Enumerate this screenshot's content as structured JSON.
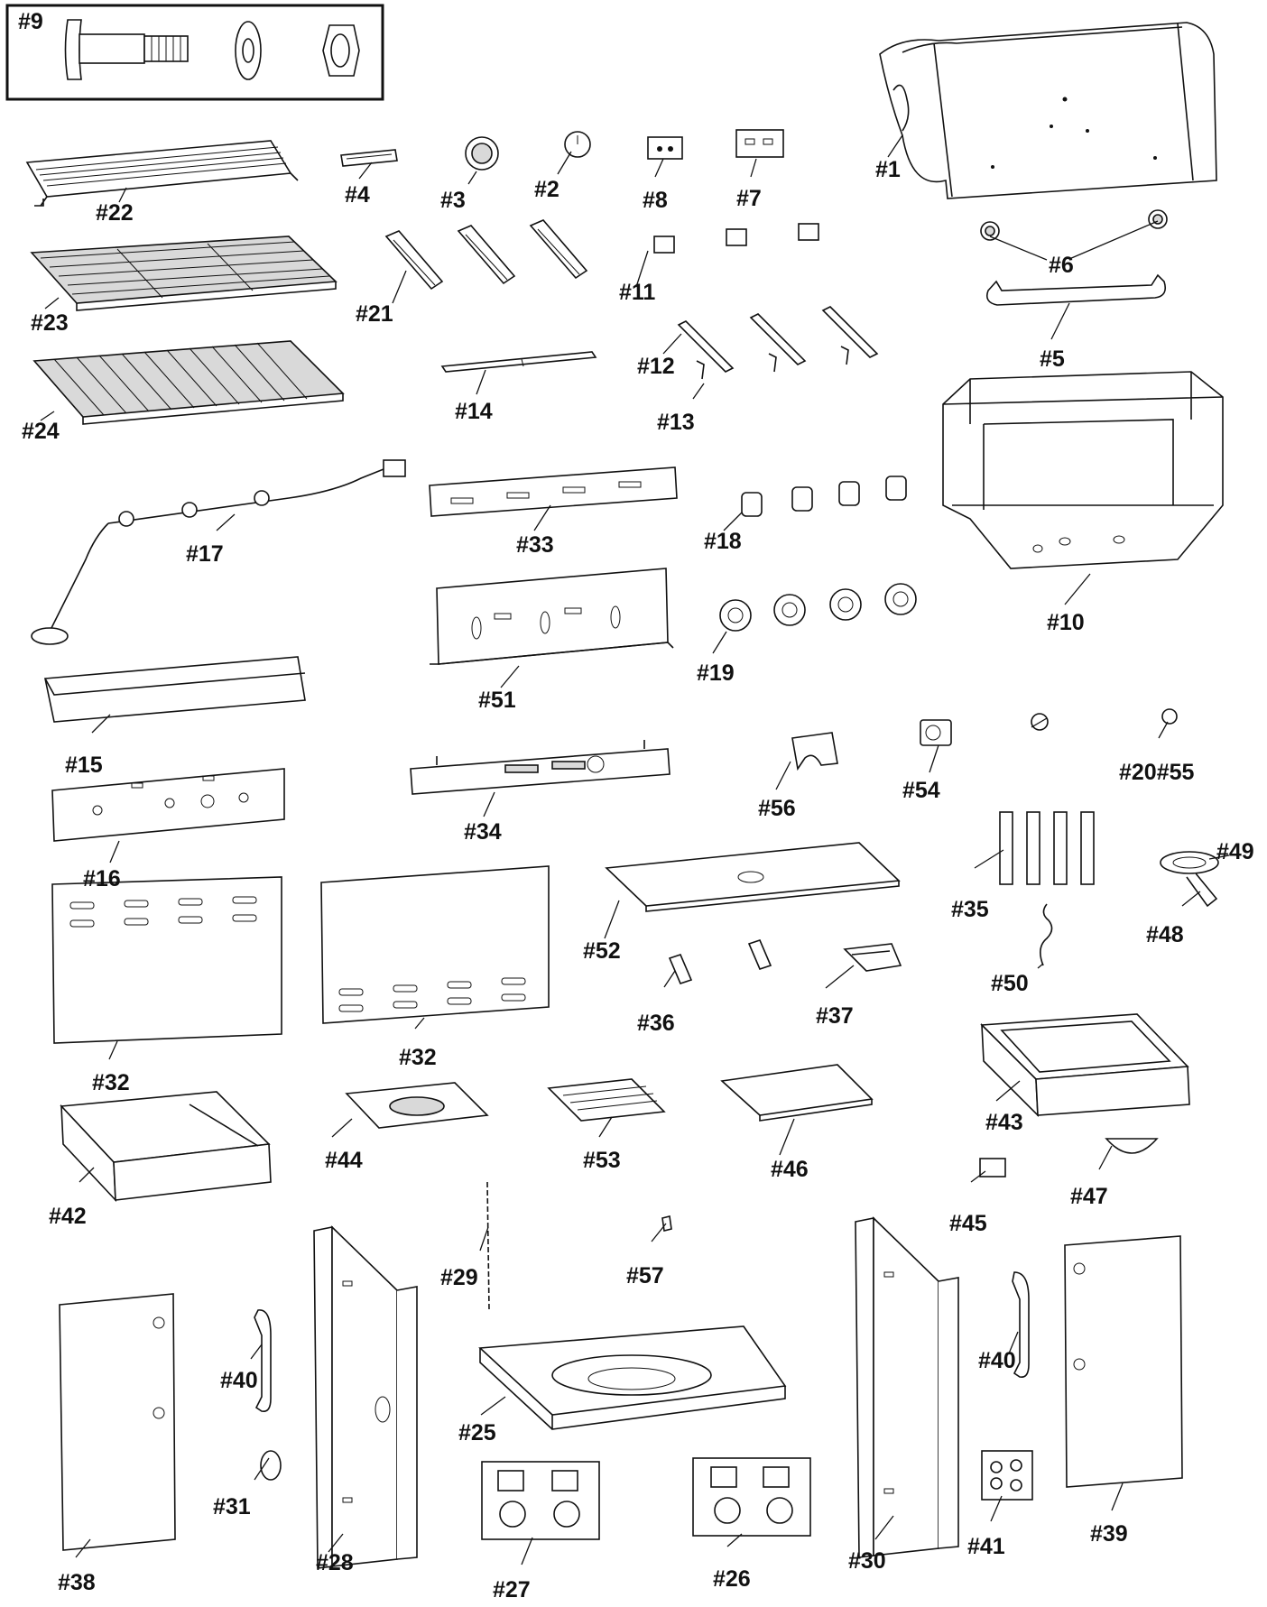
{
  "labels": {
    "p1": "#1",
    "p2": "#2",
    "p3": "#3",
    "p4": "#4",
    "p5": "#5",
    "p6": "#6",
    "p7": "#7",
    "p8": "#8",
    "p9": "#9",
    "p10": "#10",
    "p11": "#11",
    "p12": "#12",
    "p13": "#13",
    "p14": "#14",
    "p15": "#15",
    "p16": "#16",
    "p17": "#17",
    "p18": "#18",
    "p19": "#19",
    "p20_55": "#20#55",
    "p21": "#21",
    "p22": "#22",
    "p23": "#23",
    "p24": "#24",
    "p25": "#25",
    "p26": "#26",
    "p27": "#27",
    "p28": "#28",
    "p29": "#29",
    "p30": "#30",
    "p31": "#31",
    "p32a": "#32",
    "p32b": "#32",
    "p33": "#33",
    "p34": "#34",
    "p35": "#35",
    "p36": "#36",
    "p37": "#37",
    "p38": "#38",
    "p39": "#39",
    "p40a": "#40",
    "p40b": "#40",
    "p41": "#41",
    "p42": "#42",
    "p43": "#43",
    "p44": "#44",
    "p45": "#45",
    "p46": "#46",
    "p47": "#47",
    "p48": "#48",
    "p49": "#49",
    "p50": "#50",
    "p51": "#51",
    "p52": "#52",
    "p53": "#53",
    "p54": "#54",
    "p56": "#56",
    "p57": "#57"
  }
}
